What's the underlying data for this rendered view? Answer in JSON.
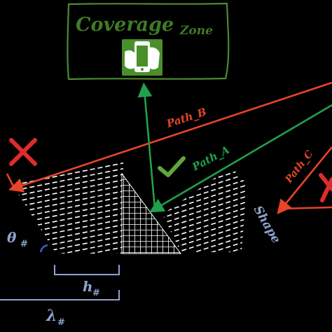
{
  "coverage_zone": {
    "title_main": "Coverage",
    "title_sub": "Zone",
    "border_color": "#4d8a2e",
    "text_color": "#3f7a25",
    "phone_icon": "smartphone-hand-icon"
  },
  "paths": [
    {
      "label": "Path_B",
      "color": "#e8442a"
    },
    {
      "label": "Path_A",
      "color": "#22a04b"
    },
    {
      "label": "Path_C",
      "color": "#e8442a"
    }
  ],
  "marks": {
    "check_icon": "check-icon",
    "check_color": "#5fa83b",
    "cross_icon": "cross-icon",
    "cross_color": "#e02b2b"
  },
  "labels": {
    "shape": "Shape",
    "shape_color": "#8ea3cf",
    "theta": "θ",
    "h": "h",
    "lambda": "λ",
    "hash": "#",
    "theta_color": "#8ea3cf"
  }
}
